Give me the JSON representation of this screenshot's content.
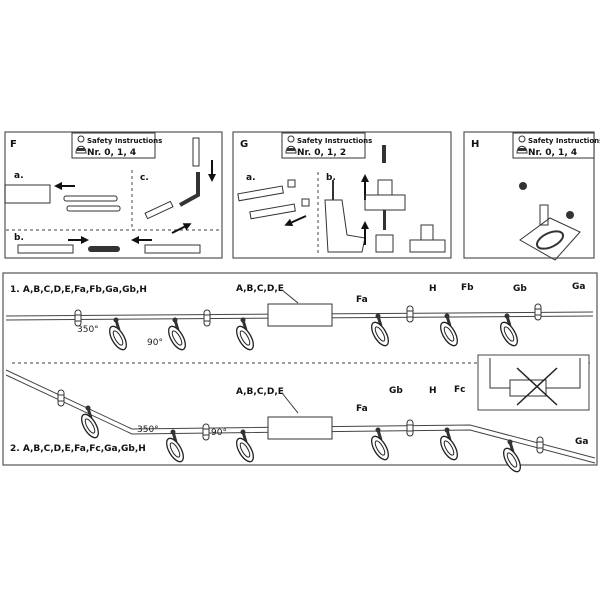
{
  "panels": [
    {
      "id": "F",
      "letter": "F",
      "safety_title": "Safety Instructions",
      "safety_nr": "Nr. 0, 1, 4",
      "steps": [
        "a.",
        "b.",
        "c."
      ]
    },
    {
      "id": "G",
      "letter": "G",
      "safety_title": "Safety Instructions",
      "safety_nr": "Nr. 0, 1, 2",
      "steps": [
        "a.",
        "b."
      ]
    },
    {
      "id": "H",
      "letter": "H",
      "safety_title": "Safety Instructions",
      "safety_nr": "Nr. 0, 1, 4"
    }
  ],
  "layout1": {
    "title": "1. A,B,C,D,E,Fa,Fb,Ga,Gb,H",
    "transformer": "A,B,C,D,E",
    "labels": {
      "fa": "Fa",
      "h": "H",
      "fb": "Fb",
      "gb": "Gb",
      "ga": "Ga"
    },
    "rotate_350": "350°",
    "rotate_90": "90°"
  },
  "layout2": {
    "title": "2. A,B,C,D,E,Fa,Fc,Ga,Gb,H",
    "transformer": "A,B,C,D,E",
    "labels": {
      "fa": "Fa",
      "gb": "Gb",
      "h": "H",
      "fc": "Fc",
      "ga": "Ga"
    },
    "rotate_350": "350°",
    "rotate_90": "90°"
  }
}
